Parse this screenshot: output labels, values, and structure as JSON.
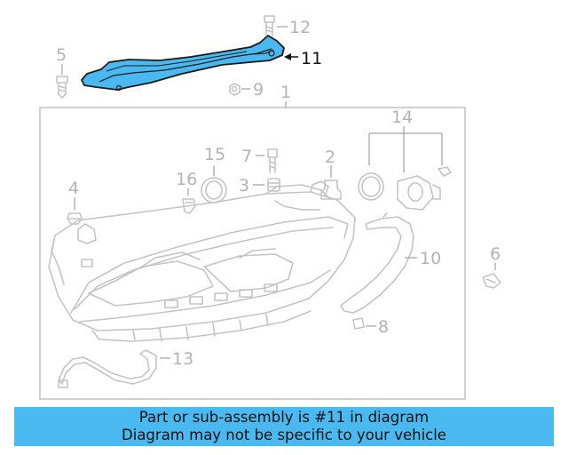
{
  "callouts": {
    "c1": "1",
    "c2": "2",
    "c3": "3",
    "c4": "4",
    "c5": "5",
    "c6": "6",
    "c7": "7",
    "c8": "8",
    "c9": "9",
    "c10": "10",
    "c11": "11",
    "c12": "12",
    "c13": "13",
    "c14": "14",
    "c15": "15",
    "c16": "16"
  },
  "highlight": {
    "callout": "11",
    "color": "#4ab9f0"
  },
  "banner": {
    "line1": "Part or sub-assembly is #11 in diagram",
    "line2": "Diagram may not be specific to your vehicle",
    "background": "#4ab9f0"
  }
}
